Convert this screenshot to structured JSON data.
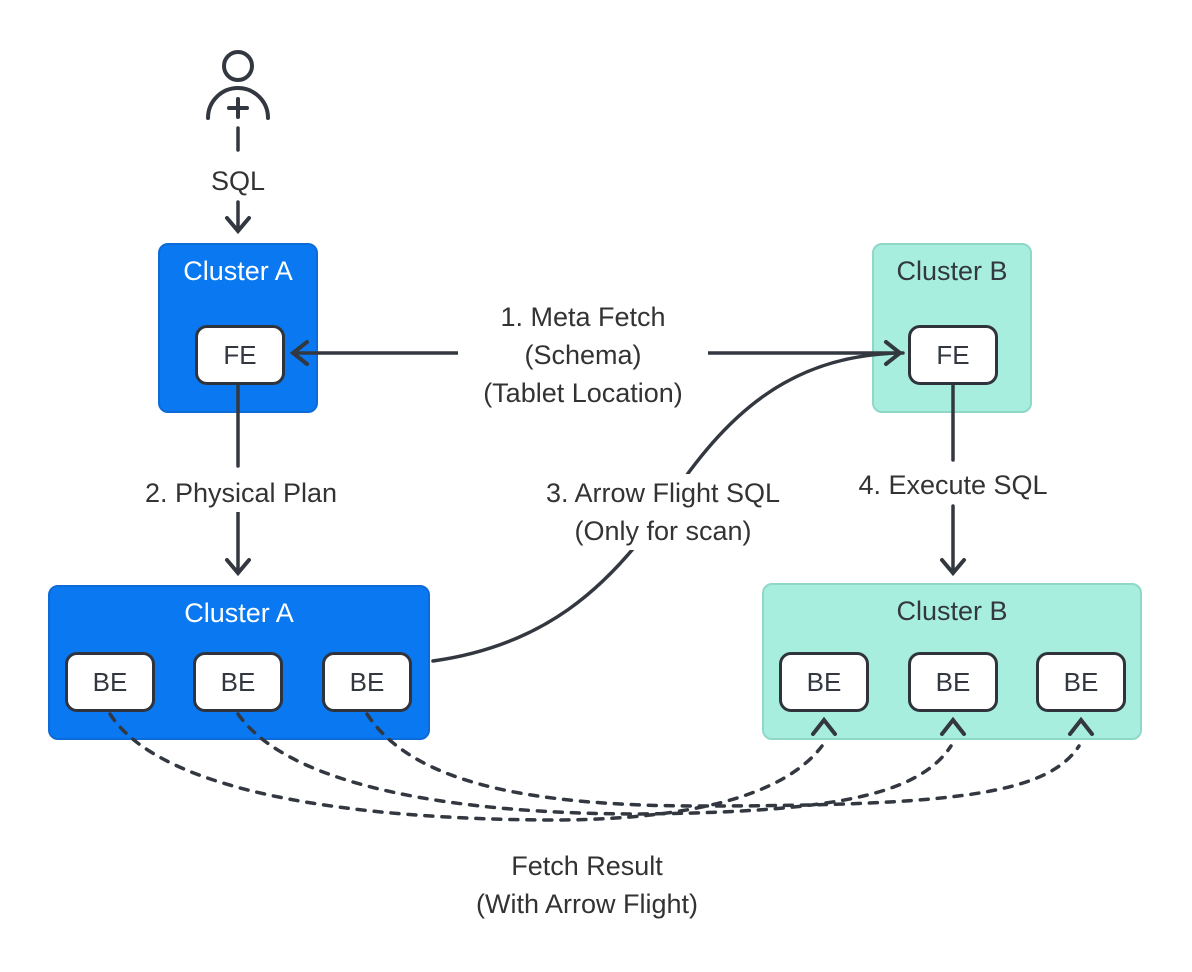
{
  "diagram": {
    "user_icon": "user-plus-icon",
    "sql_label": "SQL",
    "clusters": {
      "a_top": {
        "title": "Cluster A",
        "node": "FE"
      },
      "b_top": {
        "title": "Cluster B",
        "node": "FE"
      },
      "a_bottom": {
        "title": "Cluster A",
        "nodes": [
          "BE",
          "BE",
          "BE"
        ]
      },
      "b_bottom": {
        "title": "Cluster B",
        "nodes": [
          "BE",
          "BE",
          "BE"
        ]
      }
    },
    "edges": {
      "meta_fetch": {
        "lines": [
          "1. Meta Fetch",
          "(Schema)",
          "(Tablet Location)"
        ]
      },
      "physical_plan": {
        "label": "2. Physical Plan"
      },
      "arrow_flight": {
        "lines": [
          "3. Arrow Flight SQL",
          "(Only for scan)"
        ]
      },
      "execute_sql": {
        "label": "4. Execute SQL"
      },
      "fetch_result": {
        "lines": [
          "Fetch Result",
          "(With Arrow Flight)"
        ]
      }
    },
    "colors": {
      "cluster_a_fill": "#0a78f0",
      "cluster_a_border": "#0d6bd8",
      "cluster_b_fill": "#a8eede",
      "cluster_b_border": "#8fd8c7",
      "node_fill": "#ffffff",
      "node_border": "#2f343c",
      "line": "#333840",
      "text_dark": "#333333",
      "text_light": "#ffffff"
    }
  }
}
